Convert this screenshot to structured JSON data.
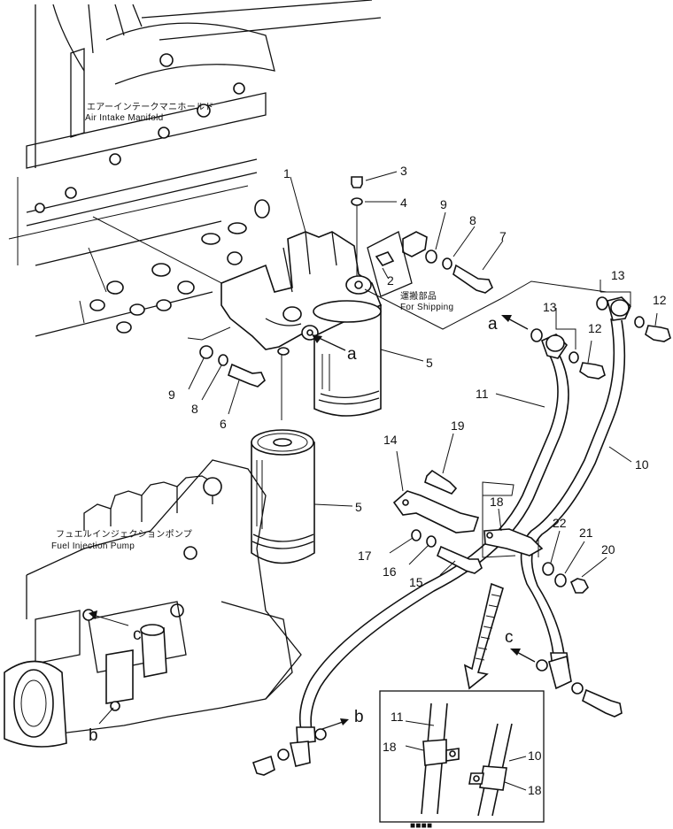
{
  "captions": {
    "manifold_jp": "エアーインテークマニホールド",
    "manifold_en": "Air Intake Manifold",
    "pump_jp": "フュエルインジェクションポンプ",
    "pump_en": "Fuel Injection Pump",
    "shipping_jp": "運搬部品",
    "shipping_en": "For Shipping",
    "inset_jp": "■■■■"
  },
  "callouts": {
    "p1": "1",
    "p2": "2",
    "p3": "3",
    "p4": "4",
    "p5a": "5",
    "p5b": "5",
    "p6": "6",
    "p7": "7",
    "p8a": "8",
    "p8b": "8",
    "p9a": "9",
    "p9b": "9",
    "p10a": "10",
    "p10b": "10",
    "p11a": "11",
    "p11b": "11",
    "p12a": "12",
    "p12b": "12",
    "p13a": "13",
    "p13b": "13",
    "p14": "14",
    "p15": "15",
    "p16": "16",
    "p17": "17",
    "p18a": "18",
    "p18b": "18",
    "p18c": "18",
    "p19": "19",
    "p20": "20",
    "p21": "21",
    "p22": "22"
  },
  "refs": {
    "a1": "a",
    "a2": "a",
    "b1": "b",
    "b2": "b",
    "c1": "c",
    "c2": "c"
  }
}
